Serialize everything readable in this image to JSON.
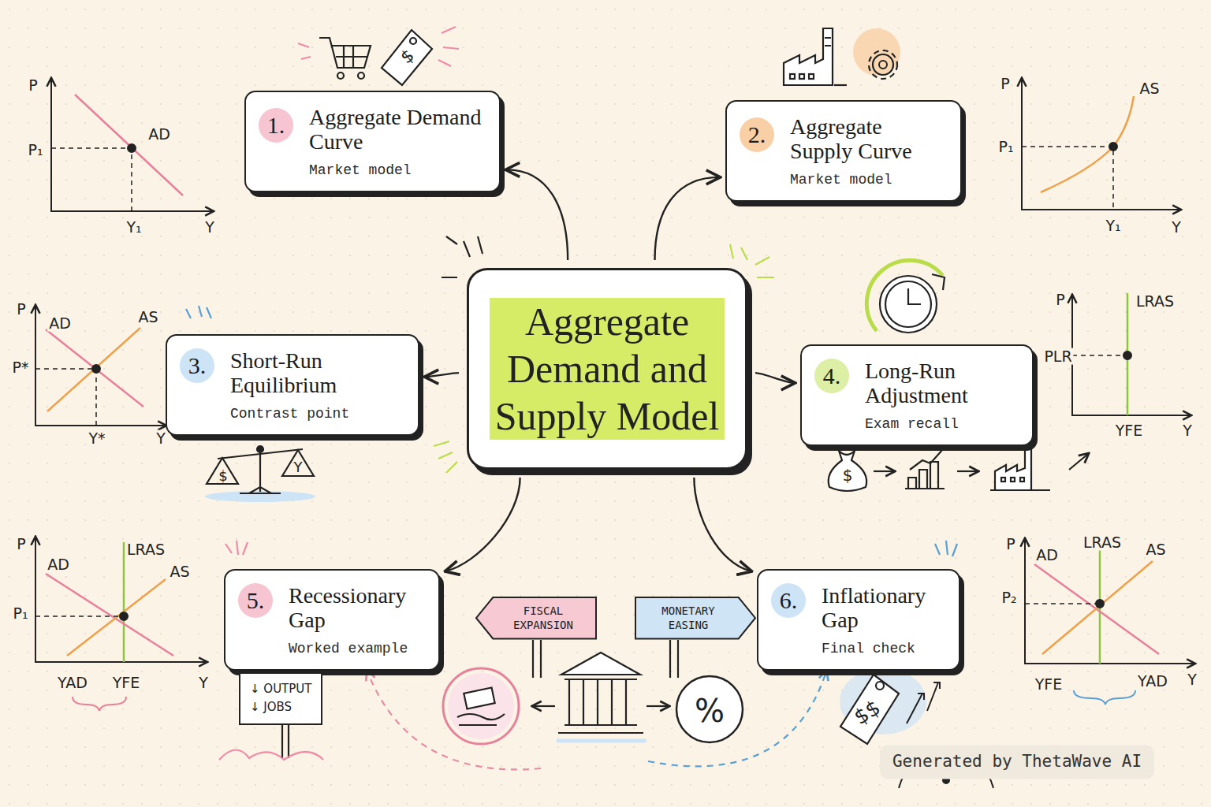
{
  "diagram": {
    "nodes": [
      {
        "text": [
          "Aggregate Demand Curve",
          "Market model"
        ]
      },
      {
        "text": [
          "1."
        ],
        "in": 0
      },
      {
        "text": [
          "Aggregate Supply Curve",
          "Market model"
        ]
      },
      {
        "text": [
          "2."
        ],
        "in": 2
      },
      {
        "text": [
          "Aggregate Demand and Supply Model"
        ]
      },
      {
        "text": [
          "Short-Run Equilibrium",
          "Contrast point"
        ]
      },
      {
        "text": [
          "3."
        ],
        "in": 5
      },
      {
        "text": [
          "Long-Run Adjustment",
          "Exam recall"
        ]
      },
      {
        "text": [
          "4."
        ],
        "in": 7
      },
      {
        "text": [
          "Recessionary Gap",
          "Worked example"
        ]
      },
      {
        "text": [
          "5."
        ],
        "in": 9
      },
      {
        "text": [
          "Inflationary Gap",
          "Final check"
        ]
      },
      {
        "text": [
          "6."
        ],
        "in": 11
      },
      {
        "text": [
          "FISCAL EXPANSION"
        ]
      },
      {
        "text": [
          "MONETARY EASING"
        ]
      },
      {
        "text": [
          "↓ OUTPUT",
          "↓ JOBS"
        ]
      }
    ],
    "edges": [
      {
        "from": 4,
        "to": 0,
        "arrow": "to"
      },
      {
        "from": 4,
        "to": 2,
        "arrow": "to"
      },
      {
        "from": 4,
        "to": 5,
        "arrow": "to"
      },
      {
        "from": 4,
        "to": 7,
        "arrow": "to"
      },
      {
        "from": 4,
        "to": 9,
        "arrow": "to"
      },
      {
        "from": 4,
        "to": 11,
        "arrow": "to"
      }
    ],
    "labels": [
      "P",
      "AD",
      "P₁",
      "Y₁",
      "Y",
      "P",
      "AS",
      "P₁",
      "Y₁",
      "Y",
      "P",
      "AD",
      "AS",
      "P*",
      "Y*",
      "Y",
      "P",
      "LRAS",
      "PLR",
      "YFE",
      "Y",
      "P",
      "AD",
      "LRAS",
      "AS",
      "P₁",
      "YAD",
      "YFE",
      "Y",
      "P",
      "AD",
      "LRAS",
      "AS",
      "P₂",
      "YFE",
      "YAD",
      "Y",
      "$",
      "$",
      "Y",
      "$",
      "%",
      "$$",
      "Generated by ThetaWave AI"
    ]
  }
}
